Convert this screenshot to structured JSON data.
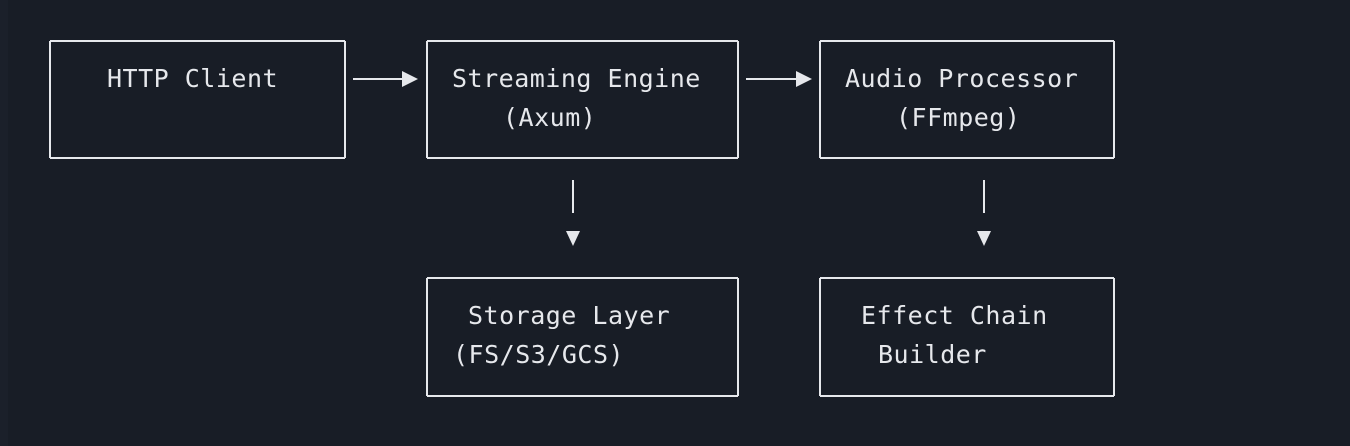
{
  "diagram": {
    "nodes": {
      "http_client": {
        "lines": [
          "HTTP Client"
        ]
      },
      "streaming_engine": {
        "lines": [
          "Streaming Engine",
          "(Axum)"
        ]
      },
      "audio_processor": {
        "lines": [
          "Audio Processor",
          "(FFmpeg)"
        ]
      },
      "storage_layer": {
        "lines": [
          "Storage Layer",
          "(FS/S3/GCS)"
        ]
      },
      "effect_chain_builder": {
        "lines": [
          "Effect Chain",
          "Builder"
        ]
      }
    },
    "edges": [
      {
        "from": "http_client",
        "to": "streaming_engine"
      },
      {
        "from": "streaming_engine",
        "to": "audio_processor"
      },
      {
        "from": "streaming_engine",
        "to": "storage_layer"
      },
      {
        "from": "audio_processor",
        "to": "effect_chain_builder"
      }
    ],
    "colors": {
      "background": "#181d26",
      "foreground": "#e6e8ec"
    }
  }
}
